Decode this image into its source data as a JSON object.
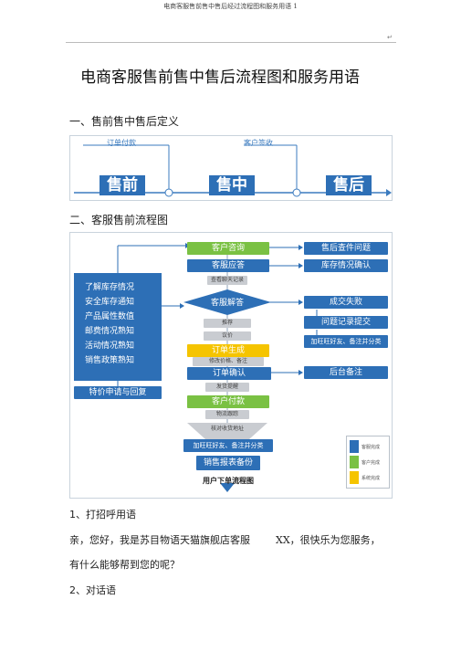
{
  "header": {
    "text": "电商客服售前售中售后经过流程图和服务用语 1",
    "mark": "↵"
  },
  "doc_title": "电商客服售前售中售后流程图和服务用语",
  "section1": "一、售前售中售后定义",
  "fig1": {
    "label_left": "订单付款",
    "label_right": "客户签收",
    "boxes": [
      "售前",
      "售中",
      "售后"
    ]
  },
  "section2": "二、客服售前流程图",
  "fig2": {
    "top_flow": [
      "客户咨询",
      "客服应答"
    ],
    "small1": "查看聊天记录",
    "diamond": "客服解答",
    "mid_small": [
      "推荐",
      "议价"
    ],
    "order_created": "订单生成",
    "order_small": "修改价格、备注",
    "order_confirm": "订单确认",
    "mid_small2": "发货提醒",
    "customer_pay": "客户付款",
    "mid_small3": [
      "物流跟踪",
      "核对收货地址"
    ],
    "bottom_bar": "加旺旺好友、备注并分类",
    "sales_backup": "销售报表备份",
    "end_label": "用户下单流程图",
    "right_boxes": [
      "售后查件问题",
      "库存情况确认",
      "成交失败",
      "问题记录提交",
      "加旺旺好友、备注并分类",
      "后台备注"
    ],
    "left_items": [
      "了解库存情况",
      "安全库存通知",
      "产品属性数值",
      "邮费情况熟知",
      "活动情况熟知",
      "销售政策熟知"
    ],
    "special_price": "特价申请与回复",
    "legend": [
      "客服完成",
      "客户完成",
      "系统完成"
    ],
    "colors": {
      "blue": "#2d6fb6",
      "green": "#7ac143",
      "yellow": "#f5c400"
    }
  },
  "item1_title": "1、打招呼用语",
  "item1_line1_a": "亲，您好，我是苏目物语天猫旗舰店客服",
  "item1_line1_b": "XX，很快乐为您服务，",
  "item1_line2": "有什么能够帮到您的呢？",
  "item2_title": "2、对话语"
}
